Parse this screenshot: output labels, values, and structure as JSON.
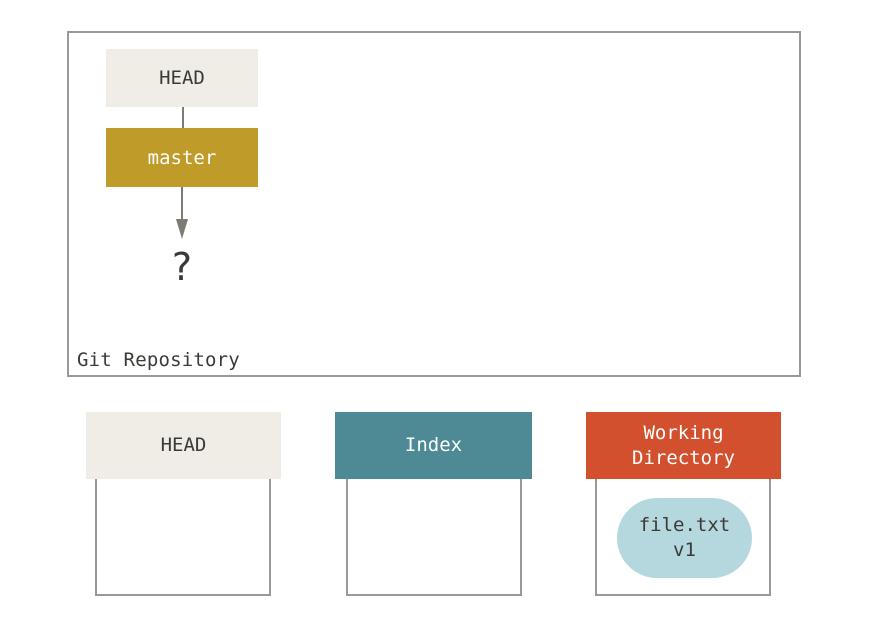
{
  "repository": {
    "label": "Git Repository",
    "head_ref": "HEAD",
    "branch_ref": "master",
    "unknown_target": "?"
  },
  "trees": {
    "head": {
      "title": "HEAD"
    },
    "index": {
      "title": "Index"
    },
    "working_directory": {
      "title_line1": "Working",
      "title_line2": "Directory",
      "file": {
        "name": "file.txt",
        "version": "v1"
      }
    }
  },
  "colors": {
    "head": "#efede6",
    "branch": "#bf9b29",
    "index": "#4e8a96",
    "working_directory": "#d3502e",
    "file_blob": "#b5d7de",
    "frame": "#9a9a95"
  }
}
